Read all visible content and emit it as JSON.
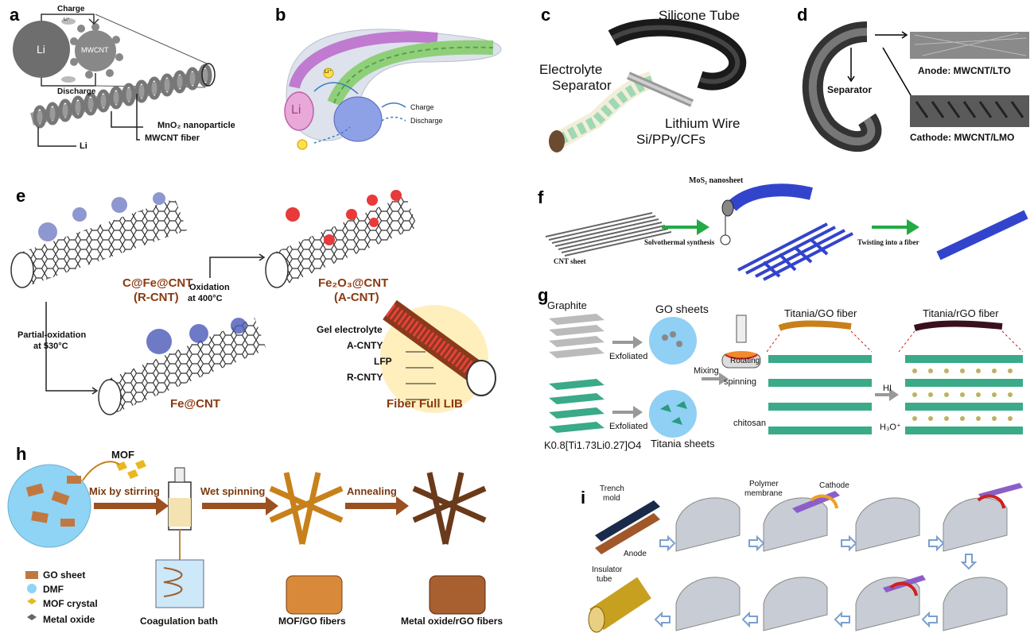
{
  "panels": {
    "a": {
      "label": "a",
      "charge": "Charge",
      "discharge": "Discharge",
      "li_circle": "Li",
      "mwcnt_circle": "MWCNT",
      "li_ion": "Li⁺",
      "mno2": "MnO₂ nanoparticle",
      "fiber": "MWCNT fiber",
      "li": "Li"
    },
    "b": {
      "label": "b",
      "li": "Li",
      "li_ion": "Li⁺",
      "charge": "Charge",
      "discharge": "Discharge"
    },
    "c": {
      "label": "c",
      "silicone": "Silicone Tube",
      "electrolyte": "Electrolyte",
      "separator": "Separator",
      "lithium": "Lithium Wire",
      "sippy": "Si/PPy/CFs"
    },
    "d": {
      "label": "d",
      "separator": "Separator",
      "anode": "Anode: MWCNT/LTO",
      "cathode": "Cathode: MWCNT/LMO"
    },
    "e": {
      "label": "e",
      "r_cnt": "C@Fe@CNT",
      "r_cnt2": "(R-CNT)",
      "oxidation": "Oxidation",
      "oxidation2": "at 400°C",
      "a_cnt": "Fe₂O₃@CNT",
      "a_cnt2": "(A-CNT)",
      "partial": "Partial-oxidation",
      "partial2": "at 530°C",
      "fe_cnt": "Fe@CNT",
      "gel": "Gel electrolyte",
      "acnty": "A-CNTY",
      "lfp": "LFP",
      "rcnty": "R-CNTY",
      "full": "Fiber Full LIB"
    },
    "f": {
      "label": "f",
      "mos2": "MoS₂ nanosheet",
      "cnt_sheet": "CNT sheet",
      "solvo": "Solvothermal synthesis",
      "twist": "Twisting into a fiber"
    },
    "g": {
      "label": "g",
      "graphite": "Graphite",
      "go_sheets": "GO sheets",
      "exfoliated1": "Exfoliated",
      "exfoliated2": "Exfoliated",
      "mixing": "Mixing",
      "rotating": "Rotating",
      "spinning": "spinning",
      "titania_go": "Titania/GO fiber",
      "titania_rgo": "Titania/rGO fiber",
      "hi": "HI",
      "chitosan": "chitosan",
      "h3o": "H₃O⁺",
      "formula": "K0.8[Ti1.73Li0.27]O4",
      "titania_sheets": "Titania sheets"
    },
    "h": {
      "label": "h",
      "mof": "MOF",
      "mix": "Mix by stirring",
      "wet": "Wet spinning",
      "anneal": "Annealing",
      "go_sheet": "GO sheet",
      "dmf": "DMF",
      "mof_crystal": "MOF crystal",
      "metal_oxide": "Metal oxide",
      "bath": "Coagulation bath",
      "mof_go": "MOF/GO fibers",
      "mo_rgo": "Metal oxide/rGO fibers"
    },
    "i": {
      "label": "i",
      "trench": "Trench",
      "mold": "mold",
      "polymer": "Polymer",
      "membrane": "membrane",
      "cathode": "Cathode",
      "anode": "Anode",
      "insulator": "Insulator",
      "tube": "tube"
    }
  },
  "colors": {
    "mwcnt_grey": "#8a8a8a",
    "li_pink": "#d66fb5",
    "green_arrow": "#22aa44",
    "brown": "#8a4b1f",
    "purple": "#8b5fc7",
    "blue_mos2": "#3344cc",
    "teal": "#2aa58a",
    "orange": "#f39a2a",
    "red": "#d02020"
  }
}
